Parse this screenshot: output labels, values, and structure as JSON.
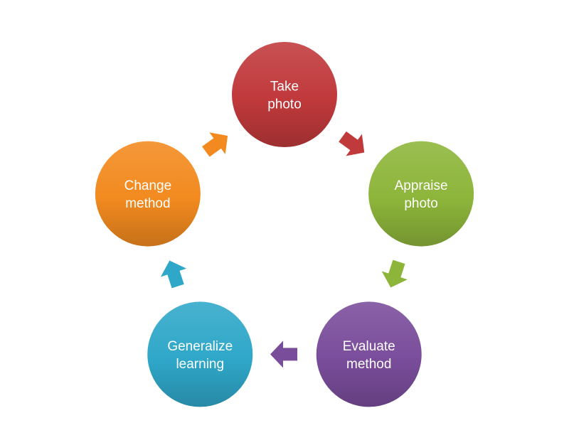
{
  "diagram": {
    "type": "cycle",
    "nodes": [
      {
        "id": "take-photo",
        "lines": [
          "Take",
          "photo"
        ],
        "color": "#C0393B"
      },
      {
        "id": "appraise-photo",
        "lines": [
          "Appraise",
          "photo"
        ],
        "color": "#8DB53A"
      },
      {
        "id": "evaluate-method",
        "lines": [
          "Evaluate",
          "method"
        ],
        "color": "#7A4D9B"
      },
      {
        "id": "generalize-learning",
        "lines": [
          "Generalize",
          "learning"
        ],
        "color": "#2FA7C9"
      },
      {
        "id": "change-method",
        "lines": [
          "Change",
          "method"
        ],
        "color": "#F28A1F"
      }
    ],
    "connections": [
      {
        "from": "take-photo",
        "to": "appraise-photo"
      },
      {
        "from": "appraise-photo",
        "to": "evaluate-method"
      },
      {
        "from": "evaluate-method",
        "to": "generalize-learning"
      },
      {
        "from": "generalize-learning",
        "to": "change-method"
      },
      {
        "from": "change-method",
        "to": "take-photo"
      }
    ]
  }
}
